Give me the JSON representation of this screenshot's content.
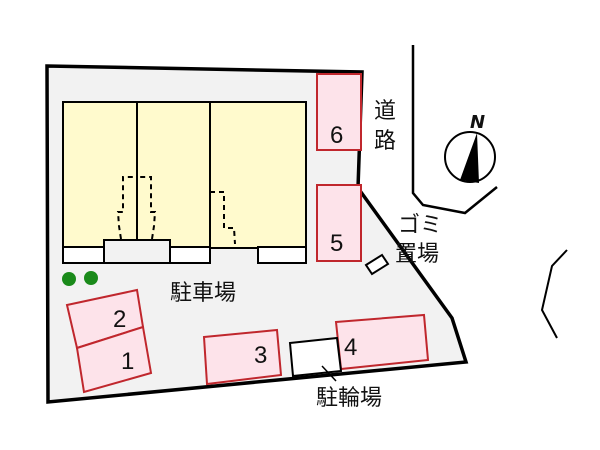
{
  "map": {
    "labels": {
      "road": [
        "道",
        "路"
      ],
      "parking": "駐車場",
      "garbage": [
        "ゴミ",
        "置場"
      ],
      "bicycle_parking": "駐輪場",
      "north": "N"
    },
    "parking_spaces": [
      {
        "number": "1"
      },
      {
        "number": "2"
      },
      {
        "number": "3"
      },
      {
        "number": "4"
      },
      {
        "number": "5"
      },
      {
        "number": "6"
      }
    ],
    "colors": {
      "lot_fill": "#f2f2f2",
      "building_fill": "#fffacd",
      "parking_fill": "#fde3ea",
      "parking_stroke": "#c0272d",
      "tree": "#1a8a1a",
      "outline": "#000000"
    }
  }
}
